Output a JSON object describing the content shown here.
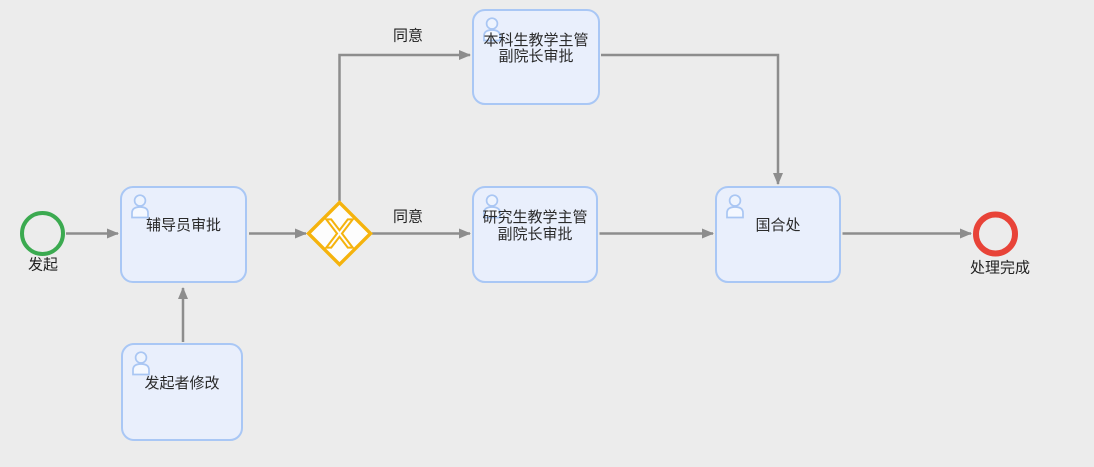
{
  "canvas": {
    "background": "#ececec"
  },
  "colors": {
    "start_event": "#3baa50",
    "end_event": "#e84338",
    "gateway": "#f5b30d",
    "task_fill": "#e9effc",
    "task_border": "#a9c7f5",
    "user_icon": "#a9c6f3",
    "edge": "#8d8d8d",
    "text": "#2a2a2a"
  },
  "nodes": {
    "start_event": {
      "type": "start-event",
      "label": "发起"
    },
    "counselor_task": {
      "type": "user-task",
      "lines": [
        "辅导员审批"
      ]
    },
    "initiator_modify_task": {
      "type": "user-task",
      "lines": [
        "发起者修改"
      ]
    },
    "exclusive_gateway": {
      "type": "exclusive-gateway",
      "marker": "X"
    },
    "undergrad_dean_task": {
      "type": "user-task",
      "lines": [
        "本科生教学主管",
        "副院长审批"
      ]
    },
    "grad_dean_task": {
      "type": "user-task",
      "lines": [
        "研究生教学主管",
        "副院长审批"
      ]
    },
    "intl_office_task": {
      "type": "user-task",
      "lines": [
        "国合处"
      ]
    },
    "end_event": {
      "type": "end-event",
      "label": "处理完成"
    }
  },
  "edges": {
    "agree_top_label": "同意",
    "agree_mid_label": "同意",
    "connections": [
      {
        "from": "start_event",
        "to": "counselor_task",
        "label": ""
      },
      {
        "from": "counselor_task",
        "to": "exclusive_gateway",
        "label": ""
      },
      {
        "from": "exclusive_gateway",
        "to": "undergrad_dean_task",
        "label": "同意"
      },
      {
        "from": "exclusive_gateway",
        "to": "grad_dean_task",
        "label": "同意"
      },
      {
        "from": "undergrad_dean_task",
        "to": "intl_office_task",
        "label": ""
      },
      {
        "from": "grad_dean_task",
        "to": "intl_office_task",
        "label": ""
      },
      {
        "from": "intl_office_task",
        "to": "end_event",
        "label": ""
      },
      {
        "from": "initiator_modify_task",
        "to": "counselor_task",
        "label": ""
      }
    ]
  }
}
